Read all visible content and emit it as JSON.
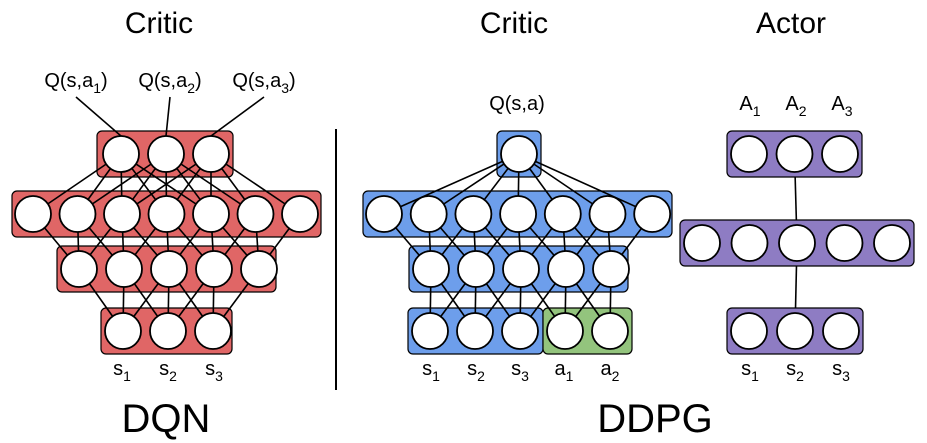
{
  "colors": {
    "dqn_box": "#e06666",
    "critic_box": "#6d9eeb",
    "action_box": "#93c47d",
    "actor_box": "#8e7cc3"
  },
  "dqn": {
    "heading": "Critic",
    "footer": "DQN",
    "outputs": [
      {
        "base": "Q(s,a",
        "sub": "1",
        "tail": ")"
      },
      {
        "base": "Q(s,a",
        "sub": "2",
        "tail": ")"
      },
      {
        "base": "Q(s,a",
        "sub": "3",
        "tail": ")"
      }
    ],
    "inputs": [
      {
        "base": "s",
        "sub": "1"
      },
      {
        "base": "s",
        "sub": "2"
      },
      {
        "base": "s",
        "sub": "3"
      }
    ]
  },
  "ddpg": {
    "footer": "DDPG",
    "critic": {
      "heading": "Critic",
      "output": "Q(s,a)",
      "state_inputs": [
        {
          "base": "s",
          "sub": "1"
        },
        {
          "base": "s",
          "sub": "2"
        },
        {
          "base": "s",
          "sub": "3"
        }
      ],
      "action_inputs": [
        {
          "base": "a",
          "sub": "1"
        },
        {
          "base": "a",
          "sub": "2"
        }
      ]
    },
    "actor": {
      "heading": "Actor",
      "outputs": [
        {
          "base": "A",
          "sub": "1"
        },
        {
          "base": "A",
          "sub": "2"
        },
        {
          "base": "A",
          "sub": "3"
        }
      ],
      "inputs": [
        {
          "base": "s",
          "sub": "1"
        },
        {
          "base": "s",
          "sub": "2"
        },
        {
          "base": "s",
          "sub": "3"
        }
      ]
    }
  }
}
